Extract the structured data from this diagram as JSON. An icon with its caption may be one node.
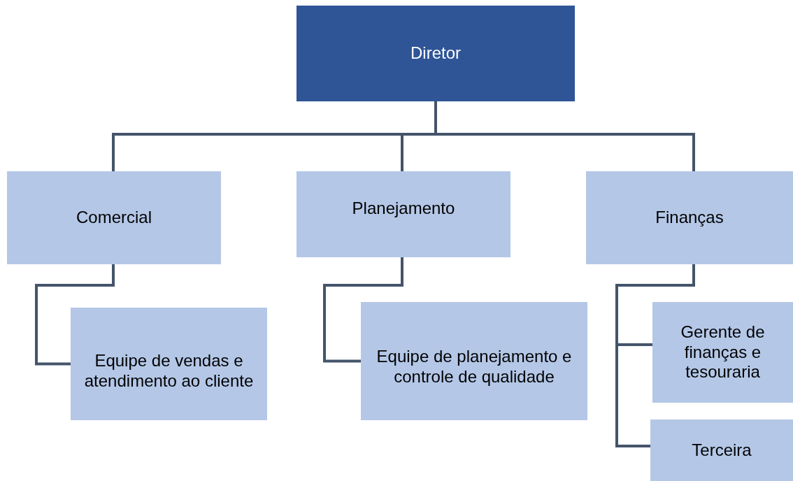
{
  "diagram": {
    "nodes": [
      {
        "text": [
          "Diretor"
        ]
      },
      {
        "text": [
          "Comercial"
        ]
      },
      {
        "text": [
          "Planejamento"
        ]
      },
      {
        "text": [
          "Finanças"
        ]
      },
      {
        "text": [
          "Equipe de vendas e atendimento ao cliente"
        ]
      },
      {
        "text": [
          "Equipe de planejamento e controle de qualidade"
        ]
      },
      {
        "text": [
          "Gerente de finanças e tesouraria"
        ]
      },
      {
        "text": [
          "Terceira"
        ]
      }
    ],
    "edges": [
      {
        "from": 0,
        "to": 1,
        "arrow": "none"
      },
      {
        "from": 0,
        "to": 2,
        "arrow": "none"
      },
      {
        "from": 0,
        "to": 3,
        "arrow": "none"
      },
      {
        "from": 1,
        "to": 4,
        "arrow": "none"
      },
      {
        "from": 2,
        "to": 5,
        "arrow": "none"
      },
      {
        "from": 3,
        "to": 6,
        "arrow": "none"
      },
      {
        "from": 3,
        "to": 7,
        "arrow": "none"
      }
    ]
  }
}
